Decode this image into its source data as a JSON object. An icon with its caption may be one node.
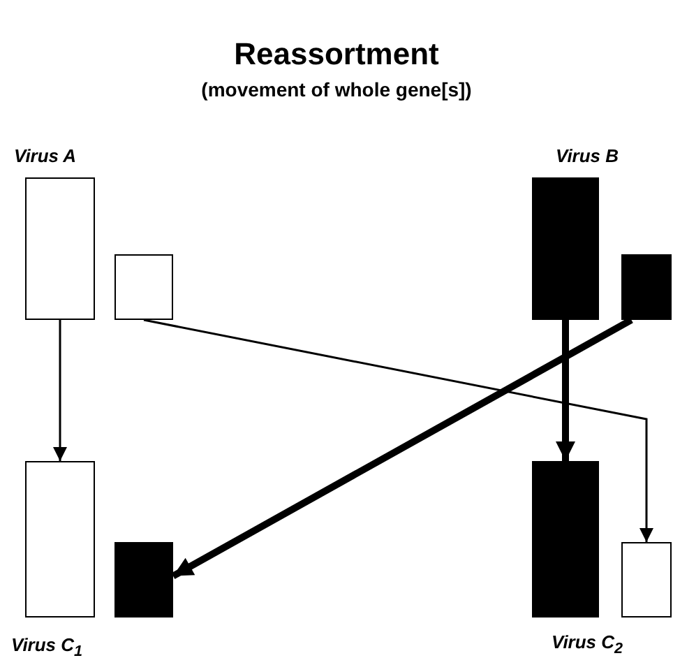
{
  "diagram": {
    "title": "Reassortment",
    "caption": "(movement of whole gene[s])",
    "nodes": [
      {
        "text": [],
        "shape": "bar",
        "beside": [
          "Virus A"
        ]
      },
      {
        "text": [],
        "shape": "bar"
      },
      {
        "text": [],
        "shape": "bar",
        "beside": [
          "Virus B"
        ]
      },
      {
        "text": [],
        "shape": "bar"
      },
      {
        "text": [],
        "shape": "bar",
        "beside": [
          "Virus C$_{1}$"
        ]
      },
      {
        "text": [],
        "shape": "bar"
      },
      {
        "text": [],
        "shape": "bar",
        "beside": [
          "Virus C$_{2}$"
        ]
      },
      {
        "text": [],
        "shape": "bar"
      }
    ],
    "edges": [
      {
        "from": 0,
        "to": 4,
        "arrow": "to"
      },
      {
        "from": 1,
        "to": 7,
        "arrow": "to"
      },
      {
        "from": 2,
        "to": 6,
        "arrow": "to",
        "style": "thick"
      },
      {
        "from": 3,
        "to": 5,
        "arrow": "to",
        "style": "thick"
      }
    ]
  }
}
